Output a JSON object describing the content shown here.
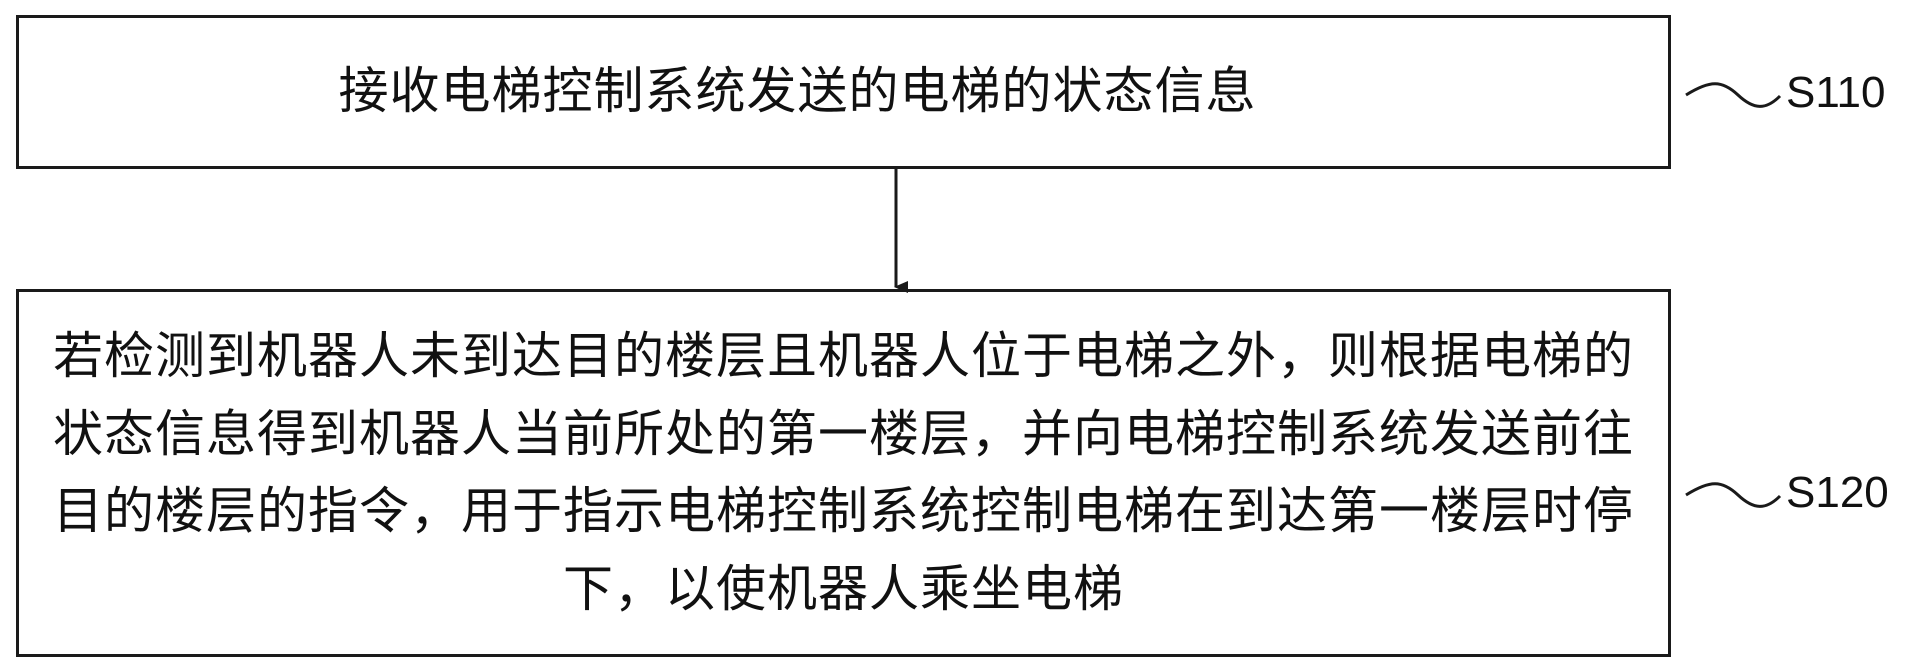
{
  "steps": [
    {
      "label": "S110",
      "text": "接收电梯控制系统发送的电梯的状态信息"
    },
    {
      "label": "S120",
      "text": "若检测到机器人未到达目的楼层且机器人位于电梯之外，则根据电梯的状态信息得到机器人当前所处的第一楼层，并向电梯控制系统发送前往目的楼层的指令，用于指示电梯控制系统控制电梯在到达第一楼层时停下，以使机器人乘坐电梯"
    }
  ]
}
